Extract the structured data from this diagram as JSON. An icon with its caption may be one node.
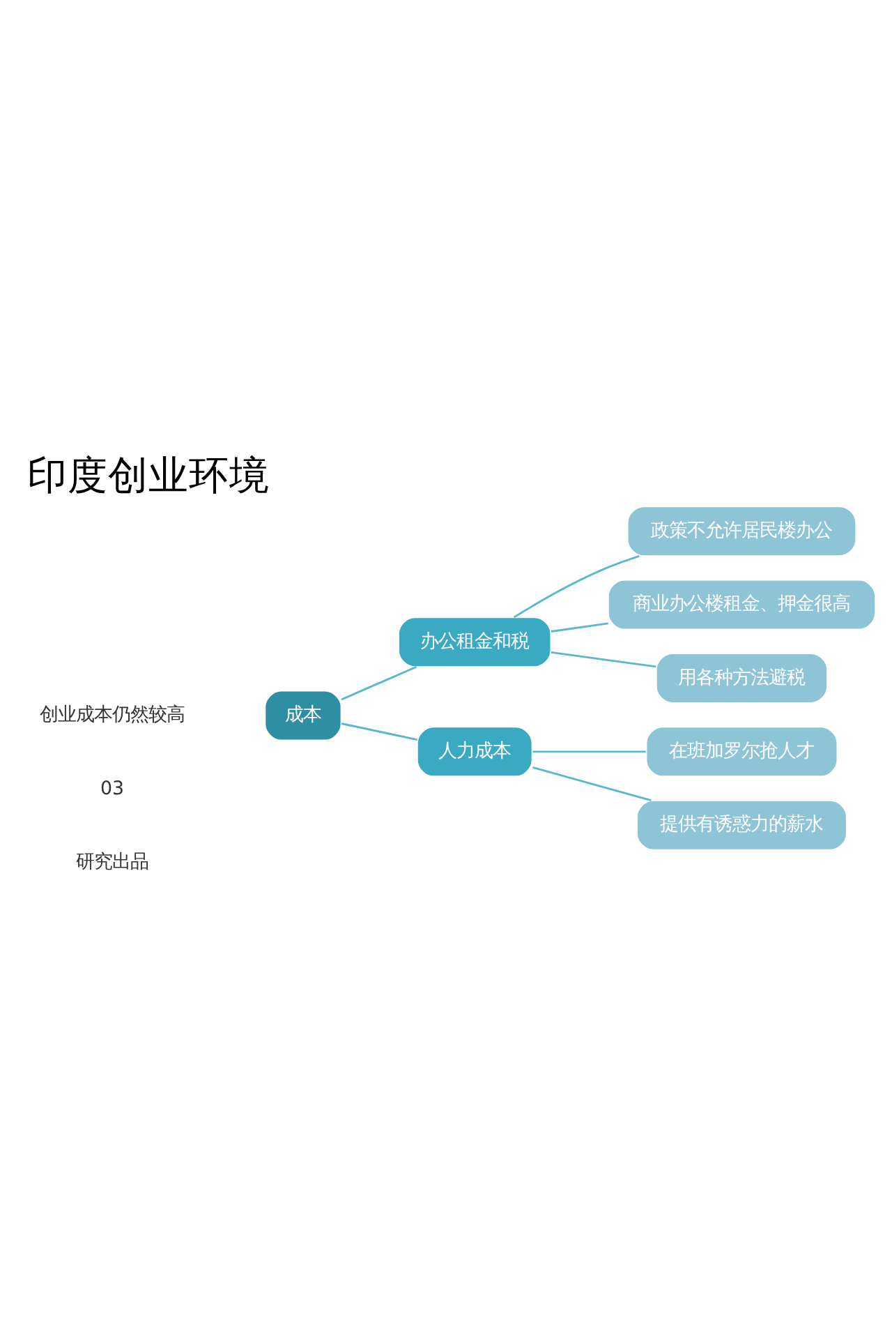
{
  "diagram": {
    "title": "印度创业环境",
    "nodes": [
      {
        "text": [
          "成本"
        ]
      },
      {
        "text": [
          "办公租金和税"
        ]
      },
      {
        "text": [
          "人力成本"
        ]
      },
      {
        "text": [
          "政策不允许居民楼办公"
        ]
      },
      {
        "text": [
          "商业办公楼租金、押金很高"
        ]
      },
      {
        "text": [
          "用各种方法避税"
        ]
      },
      {
        "text": [
          "在班加罗尔抢人才"
        ]
      },
      {
        "text": [
          "提供有诱惑力的薪水"
        ]
      }
    ],
    "edges": [
      {
        "from": 0,
        "to": 1,
        "arrow": "none"
      },
      {
        "from": 0,
        "to": 2,
        "arrow": "none"
      },
      {
        "from": 1,
        "to": 3,
        "arrow": "none"
      },
      {
        "from": 1,
        "to": 4,
        "arrow": "none"
      },
      {
        "from": 1,
        "to": 5,
        "arrow": "none"
      },
      {
        "from": 2,
        "to": 6,
        "arrow": "none"
      },
      {
        "from": 2,
        "to": 7,
        "arrow": "none"
      }
    ],
    "labels": [
      "研究出品",
      "03",
      "创业成本仍然较高"
    ]
  }
}
